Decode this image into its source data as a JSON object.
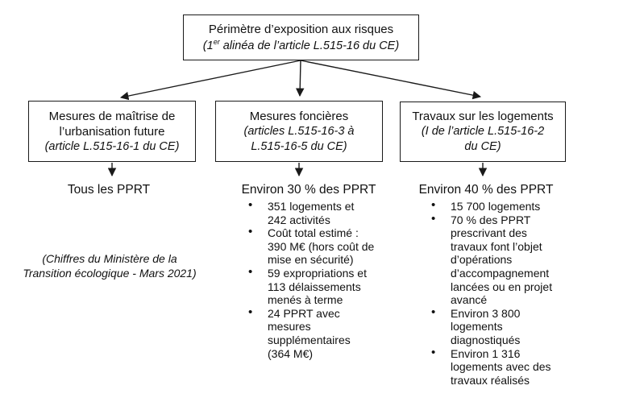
{
  "colors": {
    "ink": "#111111",
    "background": "#ffffff"
  },
  "root": {
    "title": "Périmètre d’exposition aux risques",
    "subtitle_prefix": "(1",
    "subtitle_sup": "er",
    "subtitle_rest": " alinéa de l’article L.515-16 du CE)"
  },
  "branches": [
    {
      "title": "Mesures de maîtrise de\nl’urbanisation future",
      "subtitle": "(article L.515-16-1 du CE)",
      "result": "Tous les PPRT",
      "bullets": []
    },
    {
      "title": "Mesures foncières",
      "subtitle": "(articles L.515-16-3 à\nL.515-16-5 du CE)",
      "result": "Environ 30 % des PPRT",
      "bullets": [
        "351 logements et\n242 activités",
        "Coût total estimé :\n390 M€ (hors coût de\nmise en sécurité)",
        "59 expropriations et\n113 délaissements\nmenés à terme",
        "24 PPRT avec\nmesures\nsupplémentaires\n(364 M€)"
      ]
    },
    {
      "title": "Travaux sur les logements",
      "subtitle": "(I de l’article L.515-16-2\ndu CE)",
      "result": "Environ 40 % des PPRT",
      "bullets": [
        "15 700 logements",
        "70 % des PPRT\nprescrivant des\ntravaux font l’objet\nd’opérations\nd’accompagnement\nlancées ou en projet\navancé",
        "Environ 3 800\nlogements\ndiagnostiqués",
        "Environ 1 316\nlogements avec des\ntravaux réalisés"
      ]
    }
  ],
  "note": "(Chiffres du Ministère de la\nTransition écologique - Mars 2021)"
}
